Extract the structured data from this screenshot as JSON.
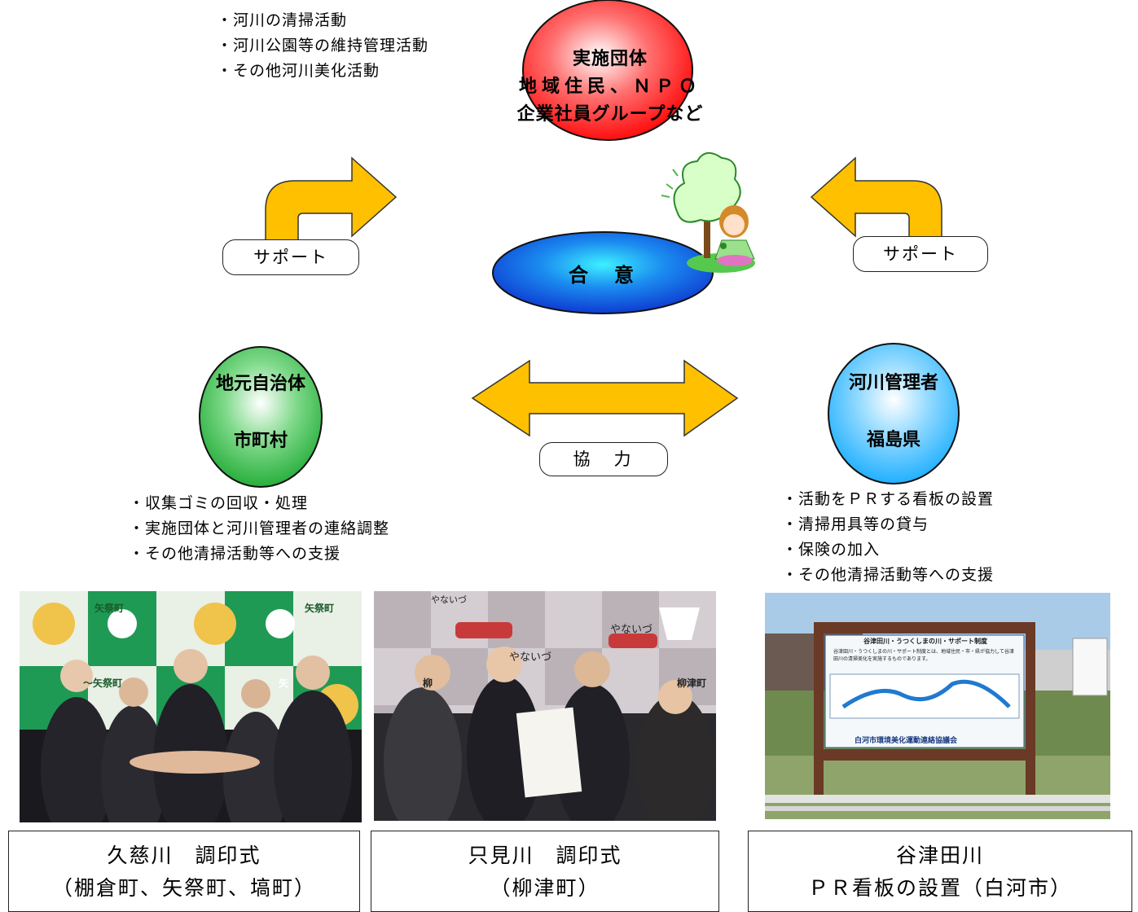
{
  "top_list": [
    "・河川の清掃活動",
    "・河川公園等の維持管理活動",
    "・その他河川美化活動"
  ],
  "implementing_body": {
    "line1": "実施団体",
    "line2": "地域住民、ＮＰＯ",
    "line3": "企業社員グループなど"
  },
  "agreement": "合　意",
  "support_left": "サポート",
  "support_right": "サポート",
  "municipality": {
    "line1": "地元自治体",
    "line2": "市町村"
  },
  "river_admin": {
    "line1": "河川管理者",
    "line2": "福島県"
  },
  "cooperation": "協　力",
  "left_list": [
    "・収集ゴミの回収・処理",
    "・実施団体と河川管理者の連絡調整",
    "・その他清掃活動等への支援"
  ],
  "right_list": [
    "・活動をＰＲする看板の設置",
    "・清掃用具等の貸与",
    "・保険の加入",
    "・その他清掃活動等への支援"
  ],
  "photos": {
    "p1": {
      "sign1": "矢祭町",
      "sign2": "矢祭町",
      "sign3": "～矢祭町",
      "sign4": "矢"
    },
    "p2": {
      "sign1": "やないづ",
      "sign2": "やないづ",
      "sign3": "やないづ",
      "sign4": "柳津町",
      "sign5": "柳"
    },
    "p3": {
      "board_title": "谷津田川・うつくしまの川・サポート制度",
      "board_body": "谷津田川・うつくしまの川・サポート制度とは、地域住民・市・県が協力して谷津田川の清掃美化を実施するものであります。",
      "board_footer": "白河市環境美化運動連絡協議会"
    }
  },
  "captions": [
    {
      "line1": "久慈川　調印式",
      "line2": "（棚倉町、矢祭町、塙町）"
    },
    {
      "line1": "只見川　調印式",
      "line2": "（柳津町）"
    },
    {
      "line1": "谷津田川",
      "line2": "ＰＲ看板の設置（白河市）"
    }
  ],
  "colors": {
    "red": "#ff1a1a",
    "green": "#22aa33",
    "blue": "#0a3cd8",
    "cyan": "#1ab4ff",
    "arrow": "#ffc000"
  }
}
